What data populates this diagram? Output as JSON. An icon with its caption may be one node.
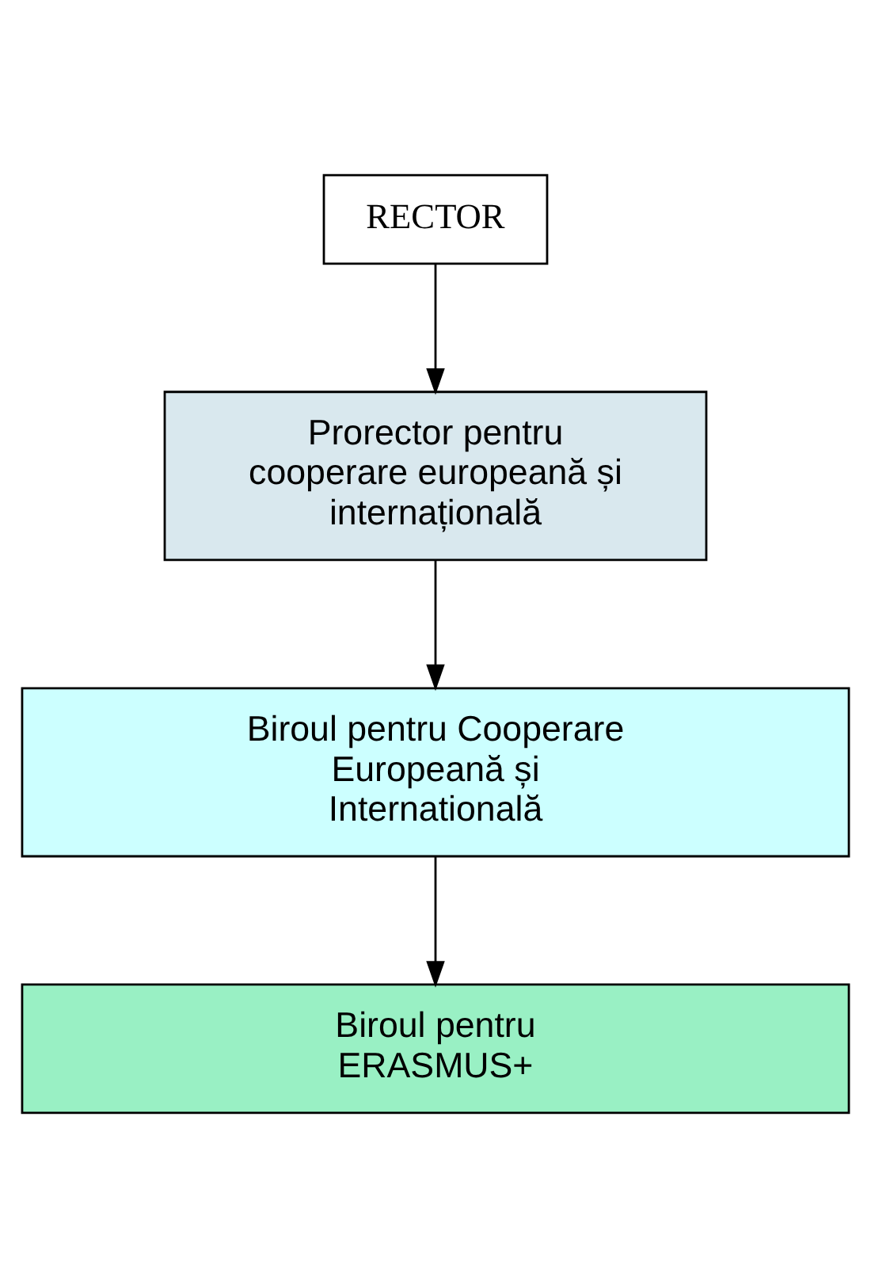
{
  "diagram": {
    "nodes": [
      {
        "text": [
          "RECTOR"
        ]
      },
      {
        "text": [
          "Prorector pentru cooperare europeană și internațională"
        ]
      },
      {
        "text": [
          "Biroul pentru Cooperare Europeană și Internatională"
        ]
      },
      {
        "text": [
          "Biroul pentru ERASMUS+"
        ]
      }
    ],
    "edges": [
      {
        "from": 0,
        "to": 1,
        "arrow": "to"
      },
      {
        "from": 1,
        "to": 2,
        "arrow": "to"
      },
      {
        "from": 2,
        "to": 3,
        "arrow": "to"
      }
    ]
  }
}
